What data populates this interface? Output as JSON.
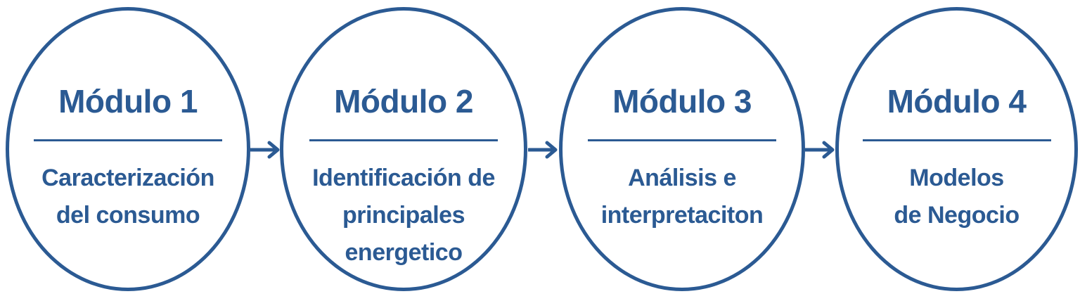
{
  "modules": [
    {
      "title": "Módulo 1",
      "lines": [
        "Caracterización",
        "del consumo"
      ]
    },
    {
      "title": "Módulo 2",
      "lines": [
        "Identificación de",
        "principales",
        "energetico"
      ]
    },
    {
      "title": "Módulo 3",
      "lines": [
        "Análisis e",
        "interpretaciton"
      ]
    },
    {
      "title": "Módulo 4",
      "lines": [
        "Modelos",
        "de Negocio"
      ]
    }
  ],
  "colors": {
    "primary": "#2b5a93"
  },
  "icons": {
    "connector": "arrow-right-icon"
  }
}
